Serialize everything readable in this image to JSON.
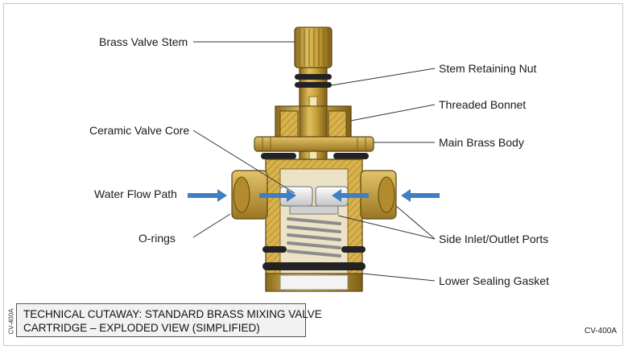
{
  "labels": {
    "brass_valve_stem": "Brass Valve Stem",
    "stem_retaining_nut": "Stem Retaining Nut",
    "threaded_bonnet": "Threaded Bonnet",
    "ceramic_valve_core": "Ceramic Valve Core",
    "main_brass_body": "Main Brass Body",
    "water_flow_path": "Water Flow Path",
    "o_rings": "O-rings",
    "side_ports": "Side Inlet/Outlet Ports",
    "lower_sealing_gasket": "Lower Sealing Gasket"
  },
  "caption": {
    "line1": "TECHNICAL CUTAWAY: STANDARD BRASS MIXING VALVE",
    "line2": "CARTRIDGE – EXPLODED VIEW (SIMPLIFIED)"
  },
  "side_code": "CV-400A",
  "corner_code": "CV-400A",
  "colors": {
    "brass": "#c9a23a",
    "brass_dark": "#8a6a1c",
    "ceramic": "#e6e6e6",
    "oring": "#222222",
    "arrow": "#3f7fc4",
    "spring": "#9a9a9a"
  }
}
